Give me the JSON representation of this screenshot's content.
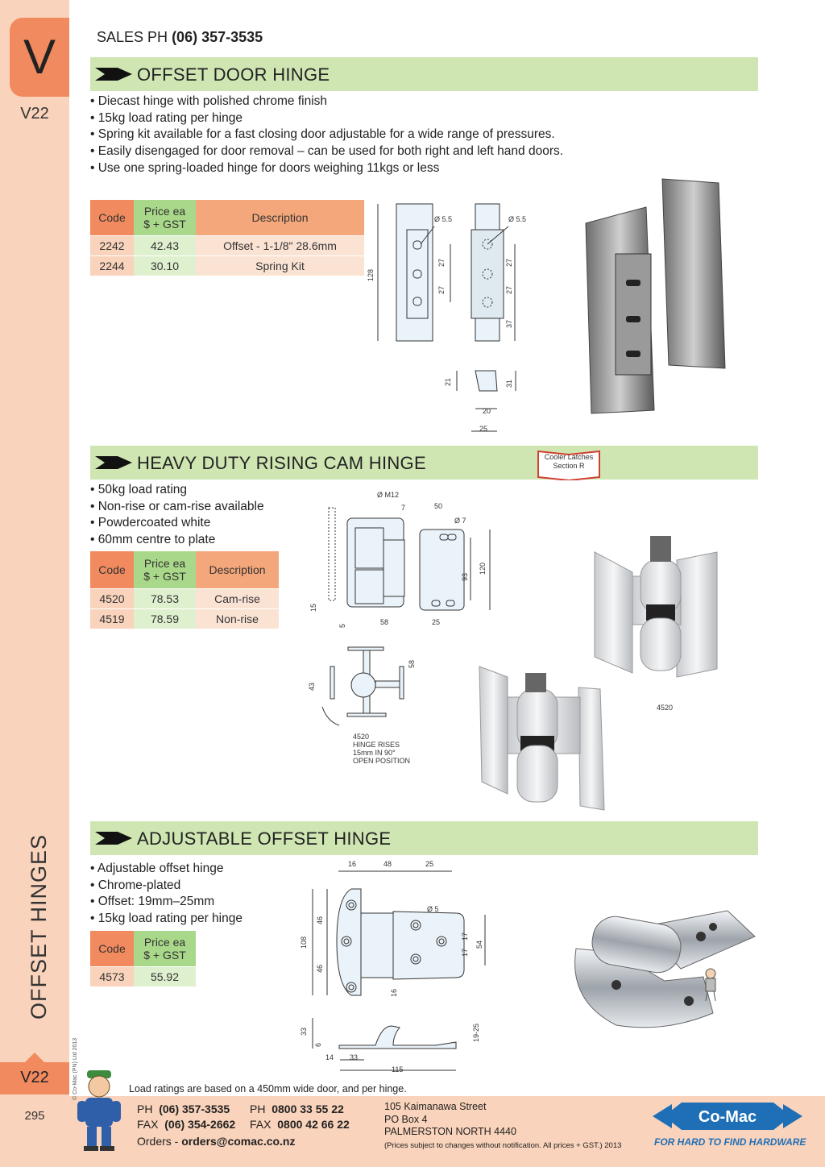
{
  "side": {
    "letter": "V",
    "code_top": "V22",
    "vertical_title": "OFFSET HINGES",
    "copyright": "© Co-Mac (PN) Ltd 2013",
    "code_bottom": "V22",
    "page_number": "295"
  },
  "header": {
    "sales_label": "SALES  PH",
    "sales_phone": "(06) 357-3535"
  },
  "sections": [
    {
      "title": "OFFSET DOOR HINGE",
      "bullets": [
        "Diecast hinge with polished chrome finish",
        "15kg load rating per hinge",
        "Spring kit available for a fast closing door adjustable for a wide range of pressures.",
        "Easily disengaged for door removal – can  be used for both right and left hand doors.",
        "Use one spring-loaded hinge for doors  weighing 11kgs or less"
      ],
      "table": {
        "headers": [
          "Code",
          "Price ea",
          "$ + GST",
          "Description"
        ],
        "rows": [
          {
            "code": "2242",
            "price": "42.43",
            "desc": "Offset - 1-1/8\" 28.6mm"
          },
          {
            "code": "2244",
            "price": "30.10",
            "desc": "Spring Kit"
          }
        ]
      },
      "dims": [
        "Ø 5.5",
        "Ø 5.5",
        "128",
        "27",
        "27",
        "27",
        "27",
        "37",
        "21",
        "31",
        "20",
        "25"
      ]
    },
    {
      "title": "HEAVY DUTY RISING CAM HINGE",
      "badge": [
        "Cooler Latches",
        "Section R"
      ],
      "bullets": [
        "50kg load rating",
        "Non-rise or cam-rise available",
        "Powdercoated white",
        "60mm centre to plate"
      ],
      "table": {
        "headers": [
          "Code",
          "Price ea",
          "$ + GST",
          "Description"
        ],
        "rows": [
          {
            "code": "4520",
            "price": "78.53",
            "desc": "Cam-rise"
          },
          {
            "code": "4519",
            "price": "78.59",
            "desc": "Non-rise"
          }
        ]
      },
      "dims": [
        "Ø M12",
        "7",
        "50",
        "Ø 7",
        "93",
        "120",
        "15",
        "5",
        "58",
        "25",
        "58",
        "43"
      ],
      "rise_note": [
        "4520",
        "HINGE RISES",
        "15mm IN 90°",
        "OPEN POSITION"
      ],
      "photo_label": "4520"
    },
    {
      "title": "ADJUSTABLE OFFSET HINGE",
      "bullets": [
        "Adjustable offset hinge",
        "Chrome-plated",
        "Offset: 19mm–25mm",
        "15kg load rating per hinge"
      ],
      "table": {
        "headers": [
          "Code",
          "Price ea",
          "$ + GST"
        ],
        "rows": [
          {
            "code": "4573",
            "price": "55.92"
          }
        ]
      },
      "dims": [
        "16",
        "48",
        "25",
        "Ø 5",
        "46",
        "108",
        "46",
        "17",
        "17",
        "54",
        "16",
        "33",
        "6",
        "19-25",
        "14",
        "33",
        "115"
      ]
    }
  ],
  "note": "Load ratings are based on a 450mm wide door, and per hinge.",
  "footer": {
    "ph_label": "PH",
    "ph": "(06) 357-3535",
    "fax_label": "FAX",
    "fax": "(06) 354-2662",
    "ph2_label": "PH",
    "ph2": "0800 33 55 22",
    "fax2_label": "FAX",
    "fax2": "0800 42 66 22",
    "orders_label": "Orders -",
    "orders": "orders@comac.co.nz",
    "address": [
      "105 Kaimanawa Street",
      "PO Box 4",
      "PALMERSTON NORTH 4440"
    ],
    "disclaimer": "(Prices subject to changes without notification.  All prices + GST.)  2013",
    "logo": "Co-Mac",
    "tagline": "FOR HARD TO FIND HARDWARE"
  },
  "colors": {
    "side_band": "#f9d3bb",
    "orange": "#f18a5f",
    "green_bar": "#cfe6b3",
    "green_price": "#a9d88a",
    "blue_logo": "#1f6fb6"
  }
}
